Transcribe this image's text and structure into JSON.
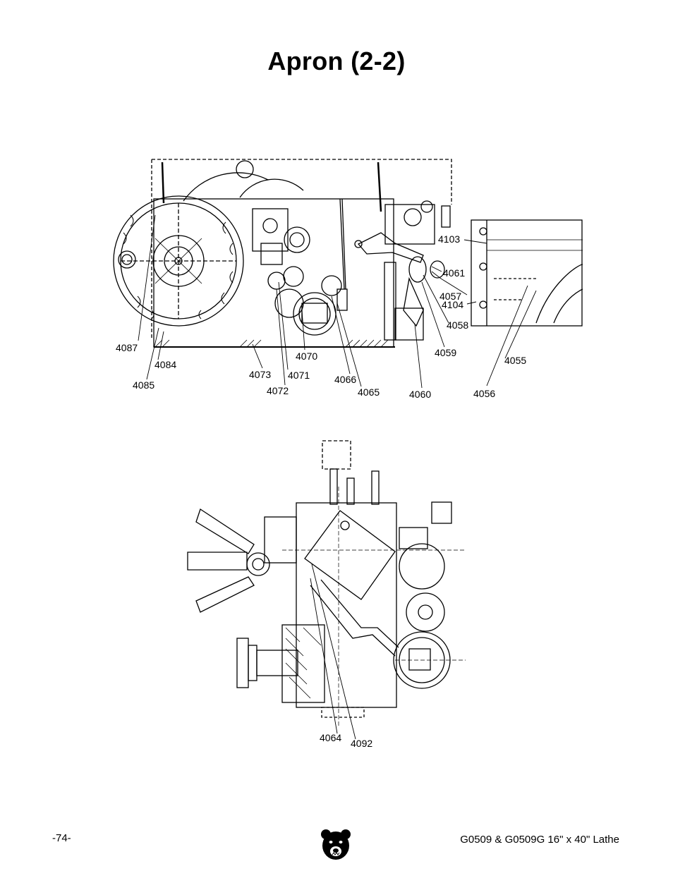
{
  "header": {
    "title": "Apron (2-2)"
  },
  "footer": {
    "page": "-74-",
    "model": "G0509 & G0509G 16\" x 40\" Lathe"
  },
  "callouts": {
    "c4103": "4103",
    "c4061": "4061",
    "c4057": "4057",
    "c4104": "4104",
    "c4058": "4058",
    "c4059": "4059",
    "c4055": "4055",
    "c4056": "4056",
    "c4087": "4087",
    "c4084": "4084",
    "c4085": "4085",
    "c4070": "4070",
    "c4073": "4073",
    "c4071": "4071",
    "c4072": "4072",
    "c4066": "4066",
    "c4065": "4065",
    "c4060": "4060",
    "c4064": "4064",
    "c4092": "4092"
  },
  "icons": {
    "logo": "grizzly-bear-logo-icon"
  }
}
